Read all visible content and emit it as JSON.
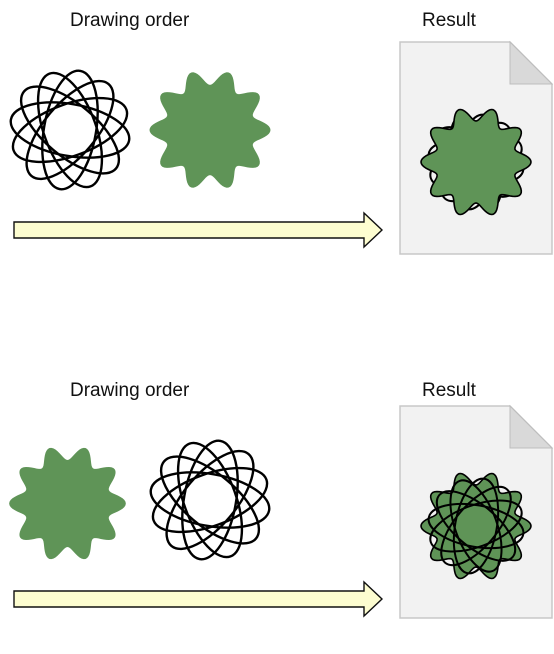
{
  "panels": [
    {
      "order_label": "Drawing order",
      "result_label": "Result",
      "steps": [
        "stroked-path",
        "filled-path"
      ],
      "result": "fill-over-stroke"
    },
    {
      "order_label": "Drawing order",
      "result_label": "Result",
      "steps": [
        "filled-path",
        "stroked-path"
      ],
      "result": "stroke-over-fill"
    }
  ],
  "colors": {
    "fill": "#5f9457",
    "stroke": "#000000",
    "arrow_fill": "#fdfdd0",
    "arrow_stroke": "#111111",
    "page": "#f2f2f2"
  }
}
